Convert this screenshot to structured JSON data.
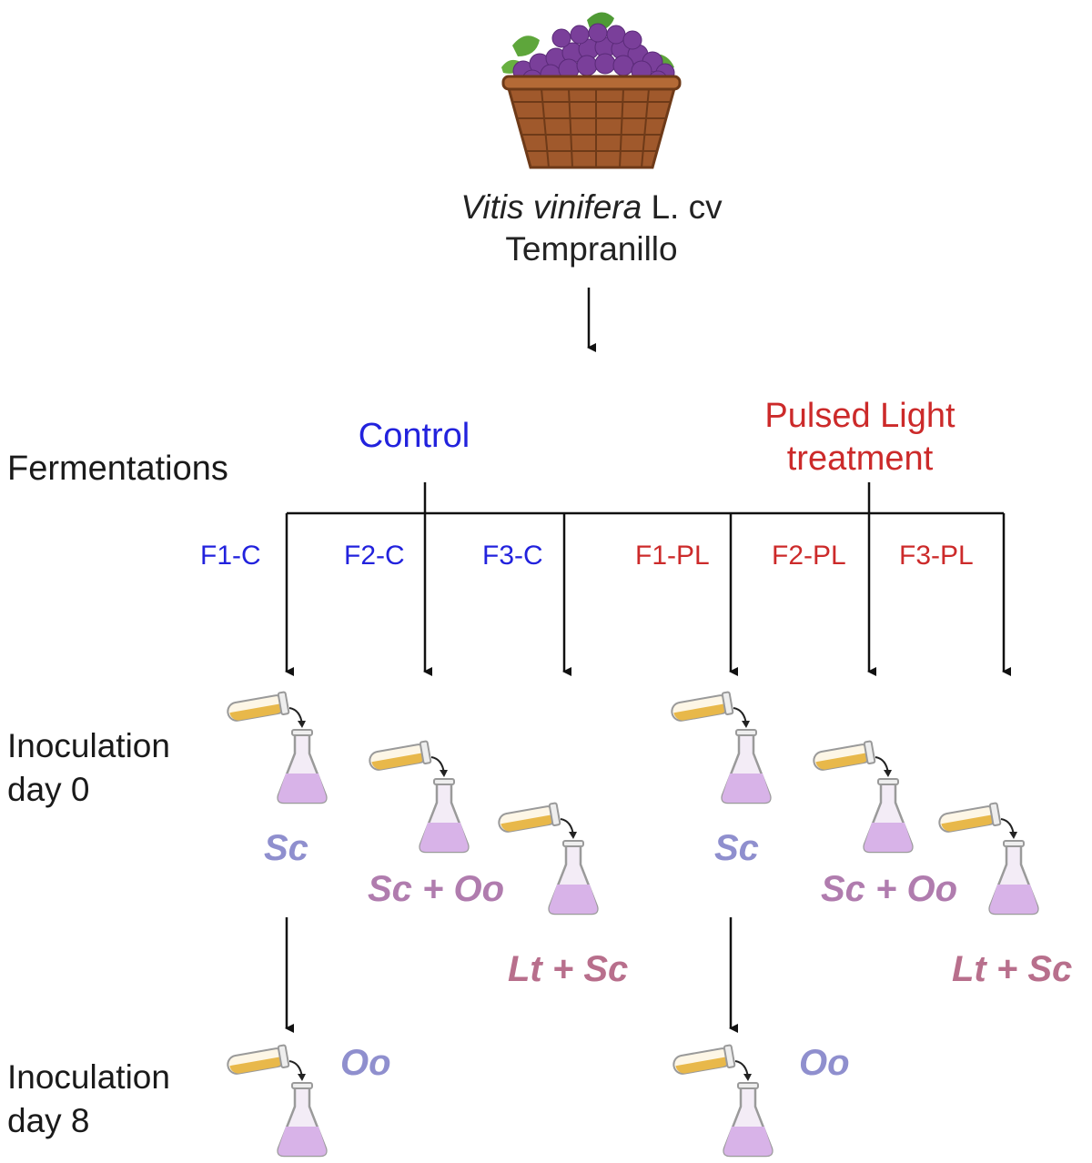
{
  "source": {
    "species": "Vitis vinifera",
    "authority": "L. cv",
    "cultivar": "Tempranillo",
    "image": "grape-basket-icon"
  },
  "groups": {
    "control": "Control",
    "pulsed_light_1": "Pulsed Light",
    "pulsed_light_2": "treatment"
  },
  "row_labels": {
    "fermentations": "Fermentations",
    "inoc0_1": "Inoculation",
    "inoc0_2": "day 0",
    "inoc8_1": "Inoculation",
    "inoc8_2": "day 8"
  },
  "fermentations": [
    {
      "id": "F1-C"
    },
    {
      "id": "F2-C"
    },
    {
      "id": "F3-C"
    },
    {
      "id": "F1-PL"
    },
    {
      "id": "F2-PL"
    },
    {
      "id": "F3-PL"
    }
  ],
  "strains": {
    "f1c": "Sc",
    "f2c": "Sc + Oo",
    "f3c": "Lt + Sc",
    "f1pl": "Sc",
    "f2pl": "Sc + Oo",
    "f3pl": "Lt + Sc",
    "f1c_day8": "Oo",
    "f1pl_day8": "Oo"
  },
  "colors": {
    "control": "#2222dd",
    "pulsed_light": "#cc2a2a",
    "sc": "#8f8fce",
    "sc_oo": "#b07cae",
    "lt_sc": "#b86f8c",
    "oo": "#8f8fce",
    "flask_liquid": "#d8b3e8",
    "tube_liquid": "#e8b84a"
  }
}
